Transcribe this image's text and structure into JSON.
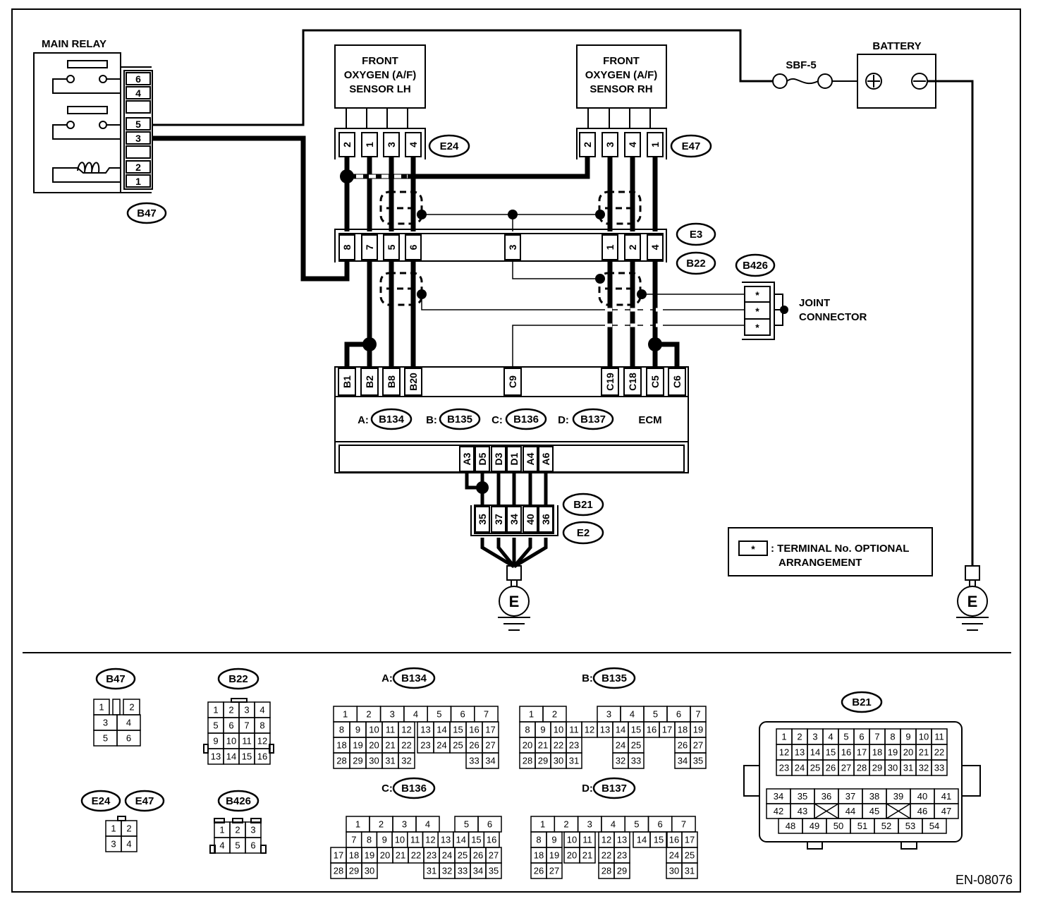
{
  "diagram": {
    "title_code": "EN-08076",
    "main_relay": {
      "label": "MAIN RELAY",
      "connector": "B47",
      "pins": [
        "6",
        "4",
        "",
        "5",
        "3",
        "",
        "2",
        "1"
      ]
    },
    "sensor_lh": {
      "lines": [
        "FRONT",
        "OXYGEN (A/F)",
        "SENSOR LH"
      ],
      "connector": "E24",
      "pins": [
        "2",
        "1",
        "3",
        "4"
      ]
    },
    "sensor_rh": {
      "lines": [
        "FRONT",
        "OXYGEN (A/F)",
        "SENSOR RH"
      ],
      "connector": "E47",
      "pins": [
        "2",
        "3",
        "4",
        "1"
      ]
    },
    "fuse": {
      "label": "SBF-5"
    },
    "battery": {
      "label": "BATTERY",
      "plus": "+",
      "minus": "−"
    },
    "intermediate": {
      "connector_top": "E3",
      "connector_bottom": "B22",
      "pins_left": [
        "8",
        "7",
        "5",
        "6"
      ],
      "pin_mid": "3",
      "pins_right": [
        "1",
        "2",
        "4"
      ]
    },
    "joint_connector": {
      "connector": "B426",
      "lines": [
        "JOINT",
        "CONNECTOR"
      ],
      "pins": [
        "*",
        "*",
        "*"
      ]
    },
    "ecm": {
      "label": "ECM",
      "pins_top_left": [
        "B1",
        "B2",
        "B8",
        "B20"
      ],
      "pin_top_mid": "C9",
      "pins_top_right": [
        "C19",
        "C18",
        "C5",
        "C6"
      ],
      "pins_bottom": [
        "A3",
        "D5",
        "D3",
        "D1",
        "A4",
        "A6"
      ],
      "connectors": [
        {
          "prefix": "A:",
          "code": "B134"
        },
        {
          "prefix": "B:",
          "code": "B135"
        },
        {
          "prefix": "C:",
          "code": "B136"
        },
        {
          "prefix": "D:",
          "code": "B137"
        }
      ]
    },
    "ground_connector": {
      "connector_top": "B21",
      "connector_bottom": "E2",
      "pins": [
        "35",
        "37",
        "34",
        "40",
        "36"
      ]
    },
    "ground_symbol": "E",
    "legend": {
      "symbol": "*",
      "line1": ": TERMINAL No. OPTIONAL",
      "line2": "ARRANGEMENT"
    }
  },
  "connector_views": {
    "b47": {
      "code": "B47",
      "rows": [
        [
          "1",
          "2"
        ],
        [
          "3",
          "4"
        ],
        [
          "5",
          "6"
        ]
      ]
    },
    "b22": {
      "code": "B22",
      "rows": [
        [
          "1",
          "2",
          "3",
          "4"
        ],
        [
          "5",
          "6",
          "7",
          "8"
        ],
        [
          "9",
          "10",
          "11",
          "12"
        ],
        [
          "13",
          "14",
          "15",
          "16"
        ]
      ]
    },
    "e24_e47": {
      "codes": [
        "E24",
        "E47"
      ],
      "rows": [
        [
          "1",
          "2"
        ],
        [
          "3",
          "4"
        ]
      ]
    },
    "b426": {
      "code": "B426",
      "rows": [
        [
          "1",
          "2",
          "3"
        ],
        [
          "4",
          "5",
          "6"
        ]
      ]
    },
    "b134": {
      "prefix": "A:",
      "code": "B134",
      "row1": [
        "1",
        "2",
        "3",
        "4",
        "5",
        "6",
        "7"
      ],
      "row2": [
        "8",
        "9",
        "10",
        "11",
        "12",
        "13",
        "14",
        "15",
        "16",
        "17"
      ],
      "row3": [
        "18",
        "19",
        "20",
        "21",
        "22",
        "23",
        "24",
        "25",
        "26",
        "27"
      ],
      "row4": [
        "28",
        "29",
        "30",
        "31",
        "32",
        "33",
        "34"
      ]
    },
    "b135": {
      "prefix": "B:",
      "code": "B135",
      "row1": [
        "1",
        "2",
        "3",
        "4",
        "5",
        "6",
        "7"
      ],
      "row2": [
        "8",
        "9",
        "10",
        "11",
        "12",
        "13",
        "14",
        "15",
        "16",
        "17",
        "18",
        "19"
      ],
      "row3": [
        "20",
        "21",
        "22",
        "23",
        "24",
        "25",
        "26",
        "27"
      ],
      "row4": [
        "28",
        "29",
        "30",
        "31",
        "32",
        "33",
        "34",
        "35"
      ]
    },
    "b136": {
      "prefix": "C:",
      "code": "B136",
      "row1": [
        "1",
        "2",
        "3",
        "4",
        "5",
        "6"
      ],
      "row2": [
        "7",
        "8",
        "9",
        "10",
        "11",
        "12",
        "13",
        "14",
        "15",
        "16"
      ],
      "row3": [
        "17",
        "18",
        "19",
        "20",
        "21",
        "22",
        "23",
        "24",
        "25",
        "26",
        "27"
      ],
      "row4": [
        "28",
        "29",
        "30",
        "31",
        "32",
        "33",
        "34",
        "35"
      ]
    },
    "b137": {
      "prefix": "D:",
      "code": "B137",
      "row1": [
        "1",
        "2",
        "3",
        "4",
        "5",
        "6",
        "7"
      ],
      "row2": [
        "8",
        "9",
        "10",
        "11",
        "12",
        "13",
        "14",
        "15",
        "16",
        "17"
      ],
      "row3": [
        "18",
        "19",
        "20",
        "21",
        "22",
        "23",
        "24",
        "25"
      ],
      "row4": [
        "26",
        "27",
        "28",
        "29",
        "30",
        "31"
      ]
    },
    "b21": {
      "code": "B21",
      "row1": [
        "1",
        "2",
        "3",
        "4",
        "5",
        "6",
        "7",
        "8",
        "9",
        "10",
        "11"
      ],
      "row2": [
        "12",
        "13",
        "14",
        "15",
        "16",
        "17",
        "18",
        "19",
        "20",
        "21",
        "22"
      ],
      "row3": [
        "23",
        "24",
        "25",
        "26",
        "27",
        "28",
        "29",
        "30",
        "31",
        "32",
        "33"
      ],
      "row4": [
        "34",
        "35",
        "36",
        "37",
        "38",
        "39",
        "40",
        "41"
      ],
      "row5": [
        "42",
        "43",
        "",
        "44",
        "45",
        "",
        "46",
        "47"
      ],
      "row6": [
        "48",
        "49",
        "50",
        "51",
        "52",
        "53",
        "54"
      ]
    }
  }
}
